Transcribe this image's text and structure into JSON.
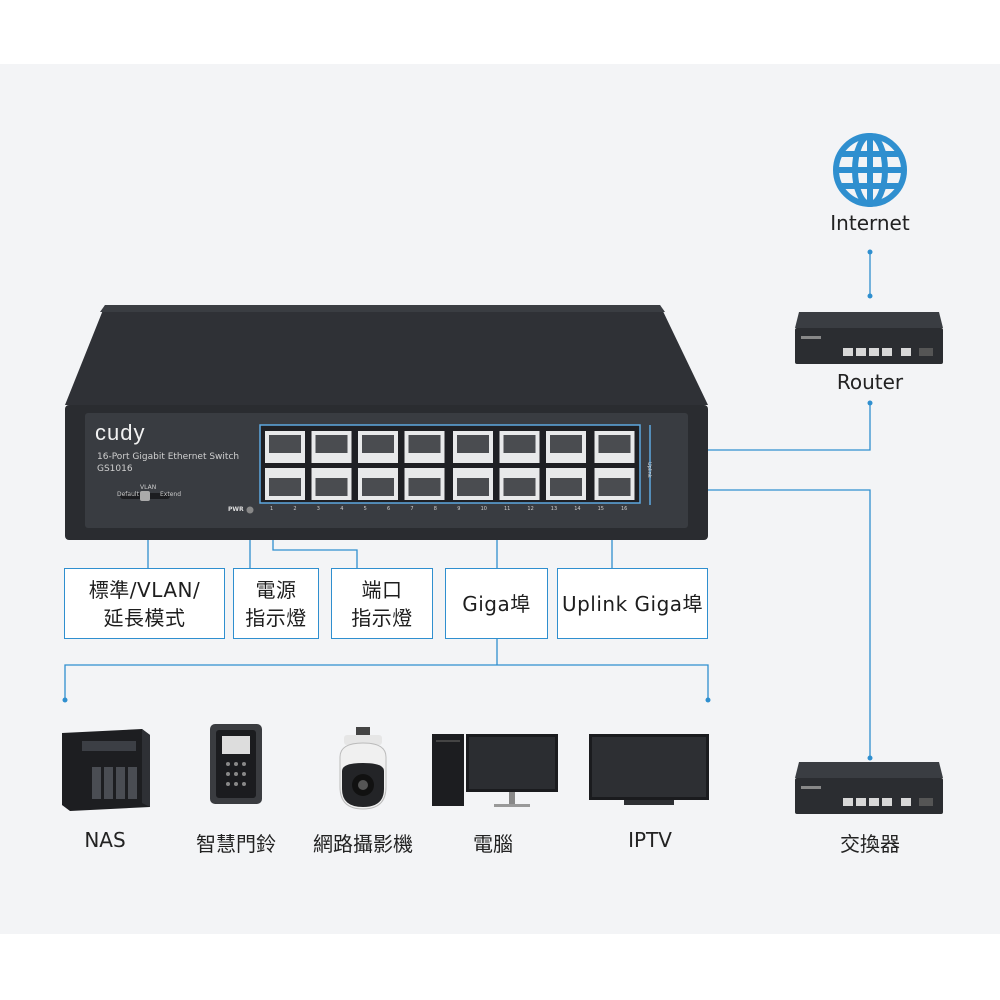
{
  "switch": {
    "brand": "cudy",
    "model_desc": "16-Port Gigabit Ethernet Switch",
    "model": "GS1016",
    "slider_title": "VLAN",
    "slider_left": "Default",
    "slider_right": "Extend",
    "pwr_label": "PWR",
    "uplink_label": "Uplink",
    "port_numbers": [
      "1",
      "2",
      "3",
      "4",
      "5",
      "6",
      "7",
      "8",
      "9",
      "10",
      "11",
      "12",
      "13",
      "14",
      "15",
      "16"
    ]
  },
  "callouts": {
    "mode_line1": "標準/VLAN/",
    "mode_line2": "延長模式",
    "power_line1": "電源",
    "power_line2": "指示燈",
    "port_line1": "端口",
    "port_line2": "指示燈",
    "giga": "Giga埠",
    "uplink": "Uplink Giga埠"
  },
  "network": {
    "internet": "Internet",
    "router": "Router",
    "switch_device": "交換器"
  },
  "devices": {
    "nas": "NAS",
    "doorbell": "智慧門鈴",
    "camera": "網路攝影機",
    "computer": "電腦",
    "iptv": "IPTV"
  },
  "colors": {
    "line": "#2f8fcf",
    "switch_body": "#2b2d31",
    "background": "#f3f4f6"
  }
}
